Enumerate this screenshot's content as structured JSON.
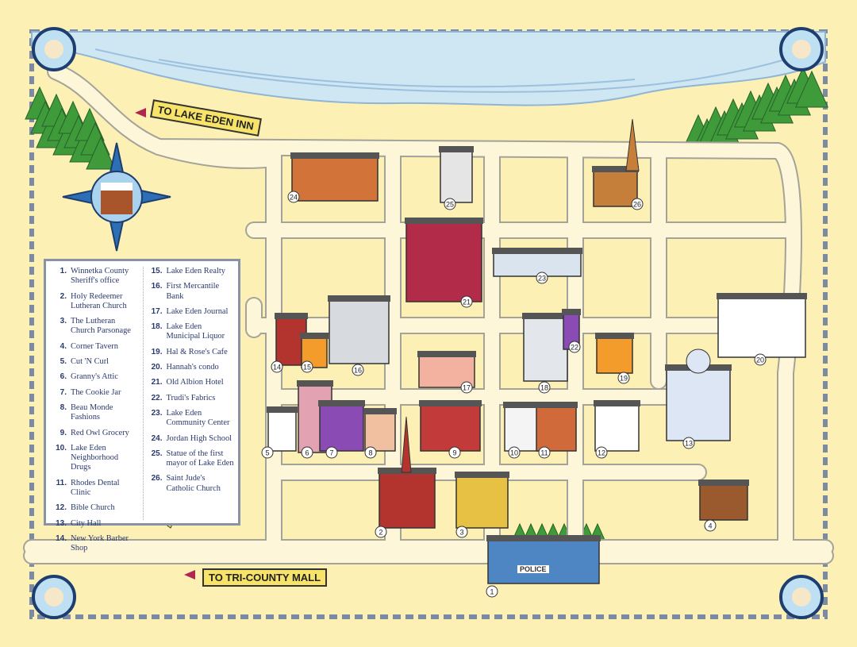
{
  "signs": {
    "north": "TO LAKE EDEN INN",
    "south": "TO TRI-COUNTY MALL"
  },
  "legend": {
    "left": [
      {
        "n": "1.",
        "label": "Winnetka County Sheriff's office"
      },
      {
        "n": "2.",
        "label": "Holy Redeemer Lutheran Church"
      },
      {
        "n": "3.",
        "label": "The Lutheran Church Parsonage"
      },
      {
        "n": "4.",
        "label": "Corner Tavern"
      },
      {
        "n": "5.",
        "label": "Cut 'N Curl"
      },
      {
        "n": "6.",
        "label": "Granny's Attic"
      },
      {
        "n": "7.",
        "label": "The Cookie Jar"
      },
      {
        "n": "8.",
        "label": "Beau Monde Fashions"
      },
      {
        "n": "9.",
        "label": "Red Owl Grocery"
      },
      {
        "n": "10.",
        "label": "Lake Eden Neighborhood Drugs"
      },
      {
        "n": "11.",
        "label": "Rhodes Dental Clinic"
      },
      {
        "n": "12.",
        "label": "Bible Church"
      },
      {
        "n": "13.",
        "label": "City Hall"
      },
      {
        "n": "14.",
        "label": "New York Barber Shop"
      }
    ],
    "right": [
      {
        "n": "15.",
        "label": "Lake Eden Realty"
      },
      {
        "n": "16.",
        "label": "First Mercantile Bank"
      },
      {
        "n": "17.",
        "label": "Lake Eden Journal"
      },
      {
        "n": "18.",
        "label": "Lake Eden Municipal Liquor"
      },
      {
        "n": "19.",
        "label": "Hal & Rose's Cafe"
      },
      {
        "n": "20.",
        "label": "Hannah's condo"
      },
      {
        "n": "21.",
        "label": "Old Albion Hotel"
      },
      {
        "n": "22.",
        "label": "Trudi's Fabrics"
      },
      {
        "n": "23.",
        "label": "Lake Eden Community Center"
      },
      {
        "n": "24.",
        "label": "Jordan High School"
      },
      {
        "n": "25.",
        "label": "Statue of the first mayor of Lake Eden"
      },
      {
        "n": "26.",
        "label": "Saint Jude's Catholic Church"
      }
    ]
  },
  "building_signs": {
    "police": "POLICE"
  },
  "markers": [
    "1",
    "2",
    "3",
    "4",
    "5",
    "6",
    "7",
    "8",
    "9",
    "10",
    "11",
    "12",
    "13",
    "14",
    "15",
    "16",
    "17",
    "18",
    "19",
    "20",
    "21",
    "22",
    "23",
    "24",
    "25",
    "26"
  ],
  "colors": {
    "land": "#fdf0b4",
    "lake": "#cfe6f3",
    "road": "#fdf6d8",
    "border": "#7d8aa6",
    "tree": "#3f9a3a",
    "legend_text": "#2b3a6e"
  }
}
